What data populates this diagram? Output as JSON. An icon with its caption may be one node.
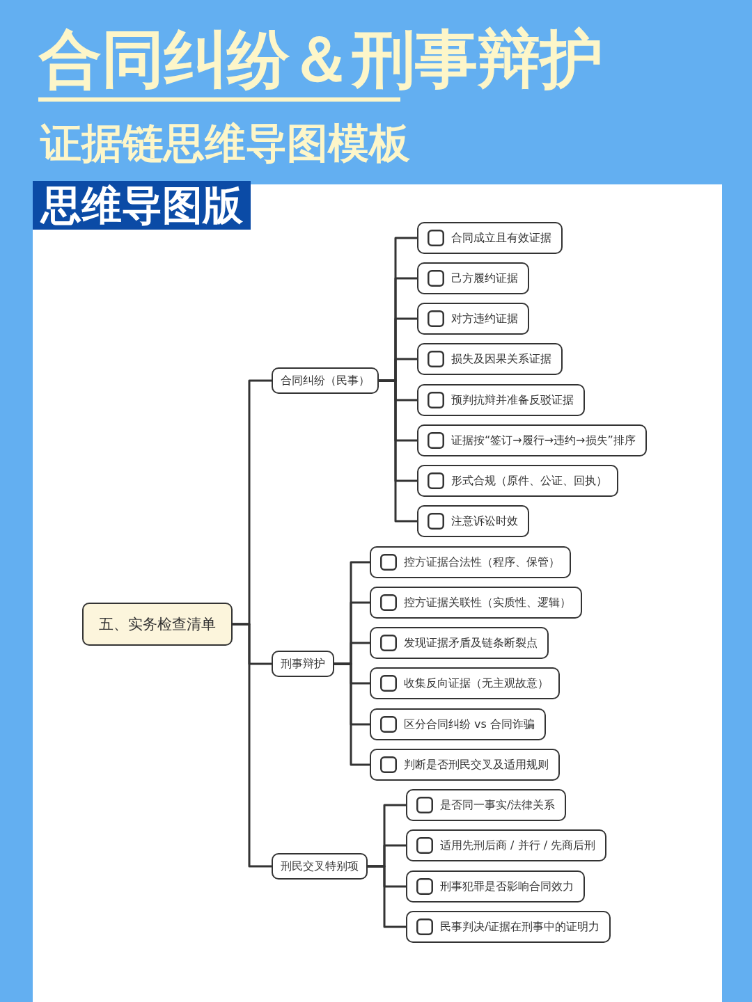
{
  "diagram": {
    "title": "合同纠纷＆刑事辩护",
    "nodes": [
      {
        "text": [
          "五、实务检查清单"
        ]
      },
      {
        "text": [
          "合同纠纷（民事）"
        ]
      },
      {
        "text": [
          "合同成立且有效证据"
        ]
      },
      {
        "text": [
          "己方履约证据"
        ]
      },
      {
        "text": [
          "对方违约证据"
        ]
      },
      {
        "text": [
          "损失及因果关系证据"
        ]
      },
      {
        "text": [
          "预判抗辩并准备反驳证据"
        ]
      },
      {
        "text": [
          "证据按“签订→履行→违约→损失”排序"
        ]
      },
      {
        "text": [
          "形式合规（原件、公证、回执）"
        ]
      },
      {
        "text": [
          "注意诉讼时效"
        ]
      },
      {
        "text": [
          "刑事辩护"
        ]
      },
      {
        "text": [
          "控方证据合法性（程序、保管）"
        ]
      },
      {
        "text": [
          "控方证据关联性（实质性、逻辑）"
        ]
      },
      {
        "text": [
          "发现证据矛盾及链条断裂点"
        ]
      },
      {
        "text": [
          "收集反向证据（无主观故意）"
        ]
      },
      {
        "text": [
          "区分合同纠纷 vs 合同诈骗"
        ]
      },
      {
        "text": [
          "判断是否刑民交叉及适用规则"
        ]
      },
      {
        "text": [
          "刑民交叉特别项"
        ]
      },
      {
        "text": [
          "是否同一事实/法律关系"
        ]
      },
      {
        "text": [
          "适用先刑后商 / 并行 / 先商后刑"
        ]
      },
      {
        "text": [
          "刑事犯罪是否影响合同效力"
        ]
      },
      {
        "text": [
          "民事判决/证据在刑事中的证明力"
        ]
      }
    ],
    "edges": [
      {
        "from": 0,
        "to": 1,
        "arrow": "none"
      },
      {
        "from": 0,
        "to": 10,
        "arrow": "none"
      },
      {
        "from": 0,
        "to": 17,
        "arrow": "none"
      },
      {
        "from": 1,
        "to": 2,
        "arrow": "none"
      },
      {
        "from": 1,
        "to": 3,
        "arrow": "none"
      },
      {
        "from": 1,
        "to": 4,
        "arrow": "none"
      },
      {
        "from": 1,
        "to": 5,
        "arrow": "none"
      },
      {
        "from": 1,
        "to": 6,
        "arrow": "none"
      },
      {
        "from": 1,
        "to": 7,
        "arrow": "none"
      },
      {
        "from": 1,
        "to": 8,
        "arrow": "none"
      },
      {
        "from": 1,
        "to": 9,
        "arrow": "none"
      },
      {
        "from": 10,
        "to": 11,
        "arrow": "none"
      },
      {
        "from": 10,
        "to": 12,
        "arrow": "none"
      },
      {
        "from": 10,
        "to": 13,
        "arrow": "none"
      },
      {
        "from": 10,
        "to": 14,
        "arrow": "none"
      },
      {
        "from": 10,
        "to": 15,
        "arrow": "none"
      },
      {
        "from": 10,
        "to": 16,
        "arrow": "none"
      },
      {
        "from": 17,
        "to": 18,
        "arrow": "none"
      },
      {
        "from": 17,
        "to": 19,
        "arrow": "none"
      },
      {
        "from": 17,
        "to": 20,
        "arrow": "none"
      },
      {
        "from": 17,
        "to": 21,
        "arrow": "none"
      }
    ],
    "labels": [
      "证据链思维导图模板",
      "思维导图版"
    ]
  }
}
